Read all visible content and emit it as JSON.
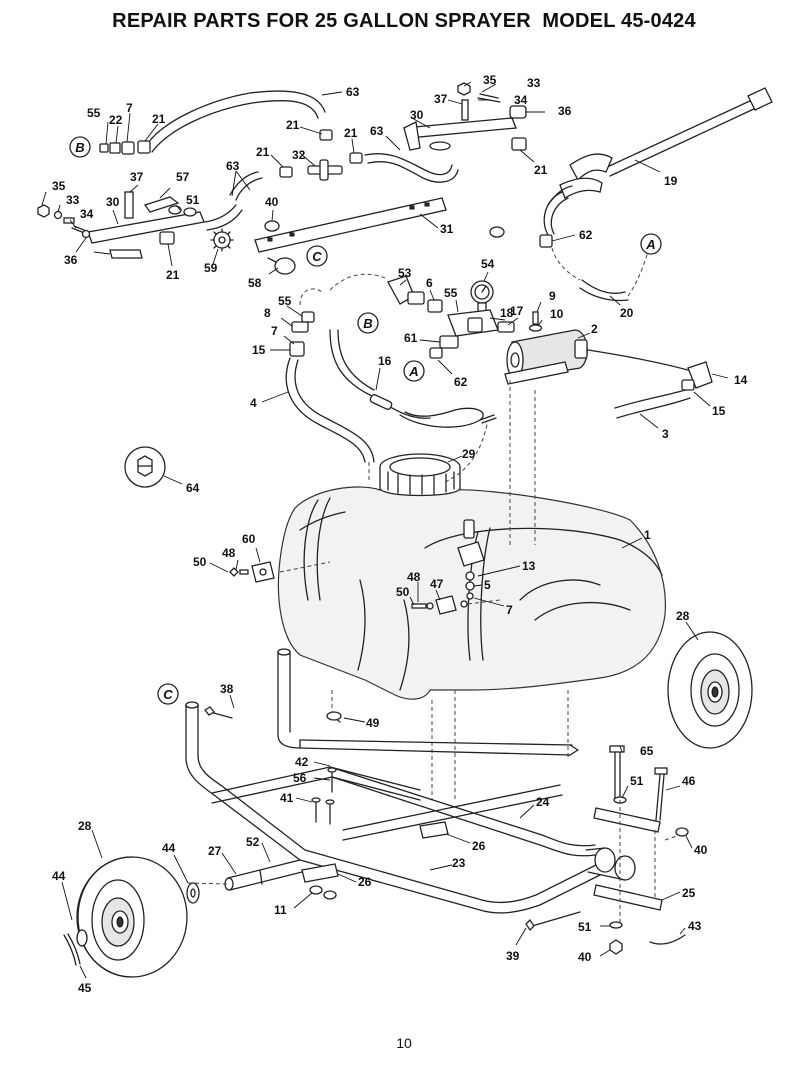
{
  "title": "REPAIR PARTS FOR 25 GALLON SPRAYER  MODEL 45-0424",
  "page_number": "10",
  "reference_letters": [
    "A",
    "B",
    "C"
  ],
  "callouts": [
    {
      "id": "c63a",
      "label": "63"
    },
    {
      "id": "c35a",
      "label": "35"
    },
    {
      "id": "c33a",
      "label": "33"
    },
    {
      "id": "c37a",
      "label": "37"
    },
    {
      "id": "c34a",
      "label": "34"
    },
    {
      "id": "c36a",
      "label": "36"
    },
    {
      "id": "c30a",
      "label": "30"
    },
    {
      "id": "c63b",
      "label": "63"
    },
    {
      "id": "c21a",
      "label": "21"
    },
    {
      "id": "c55a",
      "label": "55"
    },
    {
      "id": "c7a",
      "label": "7"
    },
    {
      "id": "c22",
      "label": "22"
    },
    {
      "id": "c21b",
      "label": "21"
    },
    {
      "id": "c21c",
      "label": "21"
    },
    {
      "id": "c21d",
      "label": "21"
    },
    {
      "id": "c21e",
      "label": "21"
    },
    {
      "id": "c32",
      "label": "32"
    },
    {
      "id": "c19",
      "label": "19"
    },
    {
      "id": "c63c",
      "label": "63"
    },
    {
      "id": "c57",
      "label": "57"
    },
    {
      "id": "c35b",
      "label": "35"
    },
    {
      "id": "c33b",
      "label": "33"
    },
    {
      "id": "c37b",
      "label": "37"
    },
    {
      "id": "c30b",
      "label": "30"
    },
    {
      "id": "c51a",
      "label": "51"
    },
    {
      "id": "c34b",
      "label": "34"
    },
    {
      "id": "c40a",
      "label": "40"
    },
    {
      "id": "c31",
      "label": "31"
    },
    {
      "id": "c62a",
      "label": "62"
    },
    {
      "id": "c36b",
      "label": "36"
    },
    {
      "id": "c21f",
      "label": "21"
    },
    {
      "id": "c59",
      "label": "59"
    },
    {
      "id": "c58",
      "label": "58"
    },
    {
      "id": "c54",
      "label": "54"
    },
    {
      "id": "c53",
      "label": "53"
    },
    {
      "id": "c6",
      "label": "6"
    },
    {
      "id": "c20",
      "label": "20"
    },
    {
      "id": "c55b",
      "label": "55"
    },
    {
      "id": "c18",
      "label": "18"
    },
    {
      "id": "c9",
      "label": "9"
    },
    {
      "id": "c55c",
      "label": "55"
    },
    {
      "id": "c17",
      "label": "17"
    },
    {
      "id": "c10",
      "label": "10"
    },
    {
      "id": "c8",
      "label": "8"
    },
    {
      "id": "c2",
      "label": "2"
    },
    {
      "id": "c7b",
      "label": "7"
    },
    {
      "id": "c61",
      "label": "61"
    },
    {
      "id": "c15a",
      "label": "15"
    },
    {
      "id": "c16",
      "label": "16"
    },
    {
      "id": "c62b",
      "label": "62"
    },
    {
      "id": "c14",
      "label": "14"
    },
    {
      "id": "c15b",
      "label": "15"
    },
    {
      "id": "c4",
      "label": "4"
    },
    {
      "id": "c3",
      "label": "3"
    },
    {
      "id": "c29",
      "label": "29"
    },
    {
      "id": "c64",
      "label": "64"
    },
    {
      "id": "c1",
      "label": "1"
    },
    {
      "id": "c60",
      "label": "60"
    },
    {
      "id": "c48a",
      "label": "48"
    },
    {
      "id": "c50a",
      "label": "50"
    },
    {
      "id": "c13",
      "label": "13"
    },
    {
      "id": "c5",
      "label": "5"
    },
    {
      "id": "c48b",
      "label": "48"
    },
    {
      "id": "c47",
      "label": "47"
    },
    {
      "id": "c50b",
      "label": "50"
    },
    {
      "id": "c7c",
      "label": "7"
    },
    {
      "id": "c28a",
      "label": "28"
    },
    {
      "id": "c38",
      "label": "38"
    },
    {
      "id": "c49",
      "label": "49"
    },
    {
      "id": "c42",
      "label": "42"
    },
    {
      "id": "c65",
      "label": "65"
    },
    {
      "id": "c56",
      "label": "56"
    },
    {
      "id": "c46",
      "label": "46"
    },
    {
      "id": "c51b",
      "label": "51"
    },
    {
      "id": "c41",
      "label": "41"
    },
    {
      "id": "c24",
      "label": "24"
    },
    {
      "id": "c28b",
      "label": "28"
    },
    {
      "id": "c40b",
      "label": "40"
    },
    {
      "id": "c26a",
      "label": "26"
    },
    {
      "id": "c52",
      "label": "52"
    },
    {
      "id": "c44a",
      "label": "44"
    },
    {
      "id": "c27",
      "label": "27"
    },
    {
      "id": "c23",
      "label": "23"
    },
    {
      "id": "c26b",
      "label": "26"
    },
    {
      "id": "c44b",
      "label": "44"
    },
    {
      "id": "c11",
      "label": "11"
    },
    {
      "id": "c25",
      "label": "25"
    },
    {
      "id": "c43",
      "label": "43"
    },
    {
      "id": "c51c",
      "label": "51"
    },
    {
      "id": "c39",
      "label": "39"
    },
    {
      "id": "c40c",
      "label": "40"
    },
    {
      "id": "c45",
      "label": "45"
    }
  ]
}
